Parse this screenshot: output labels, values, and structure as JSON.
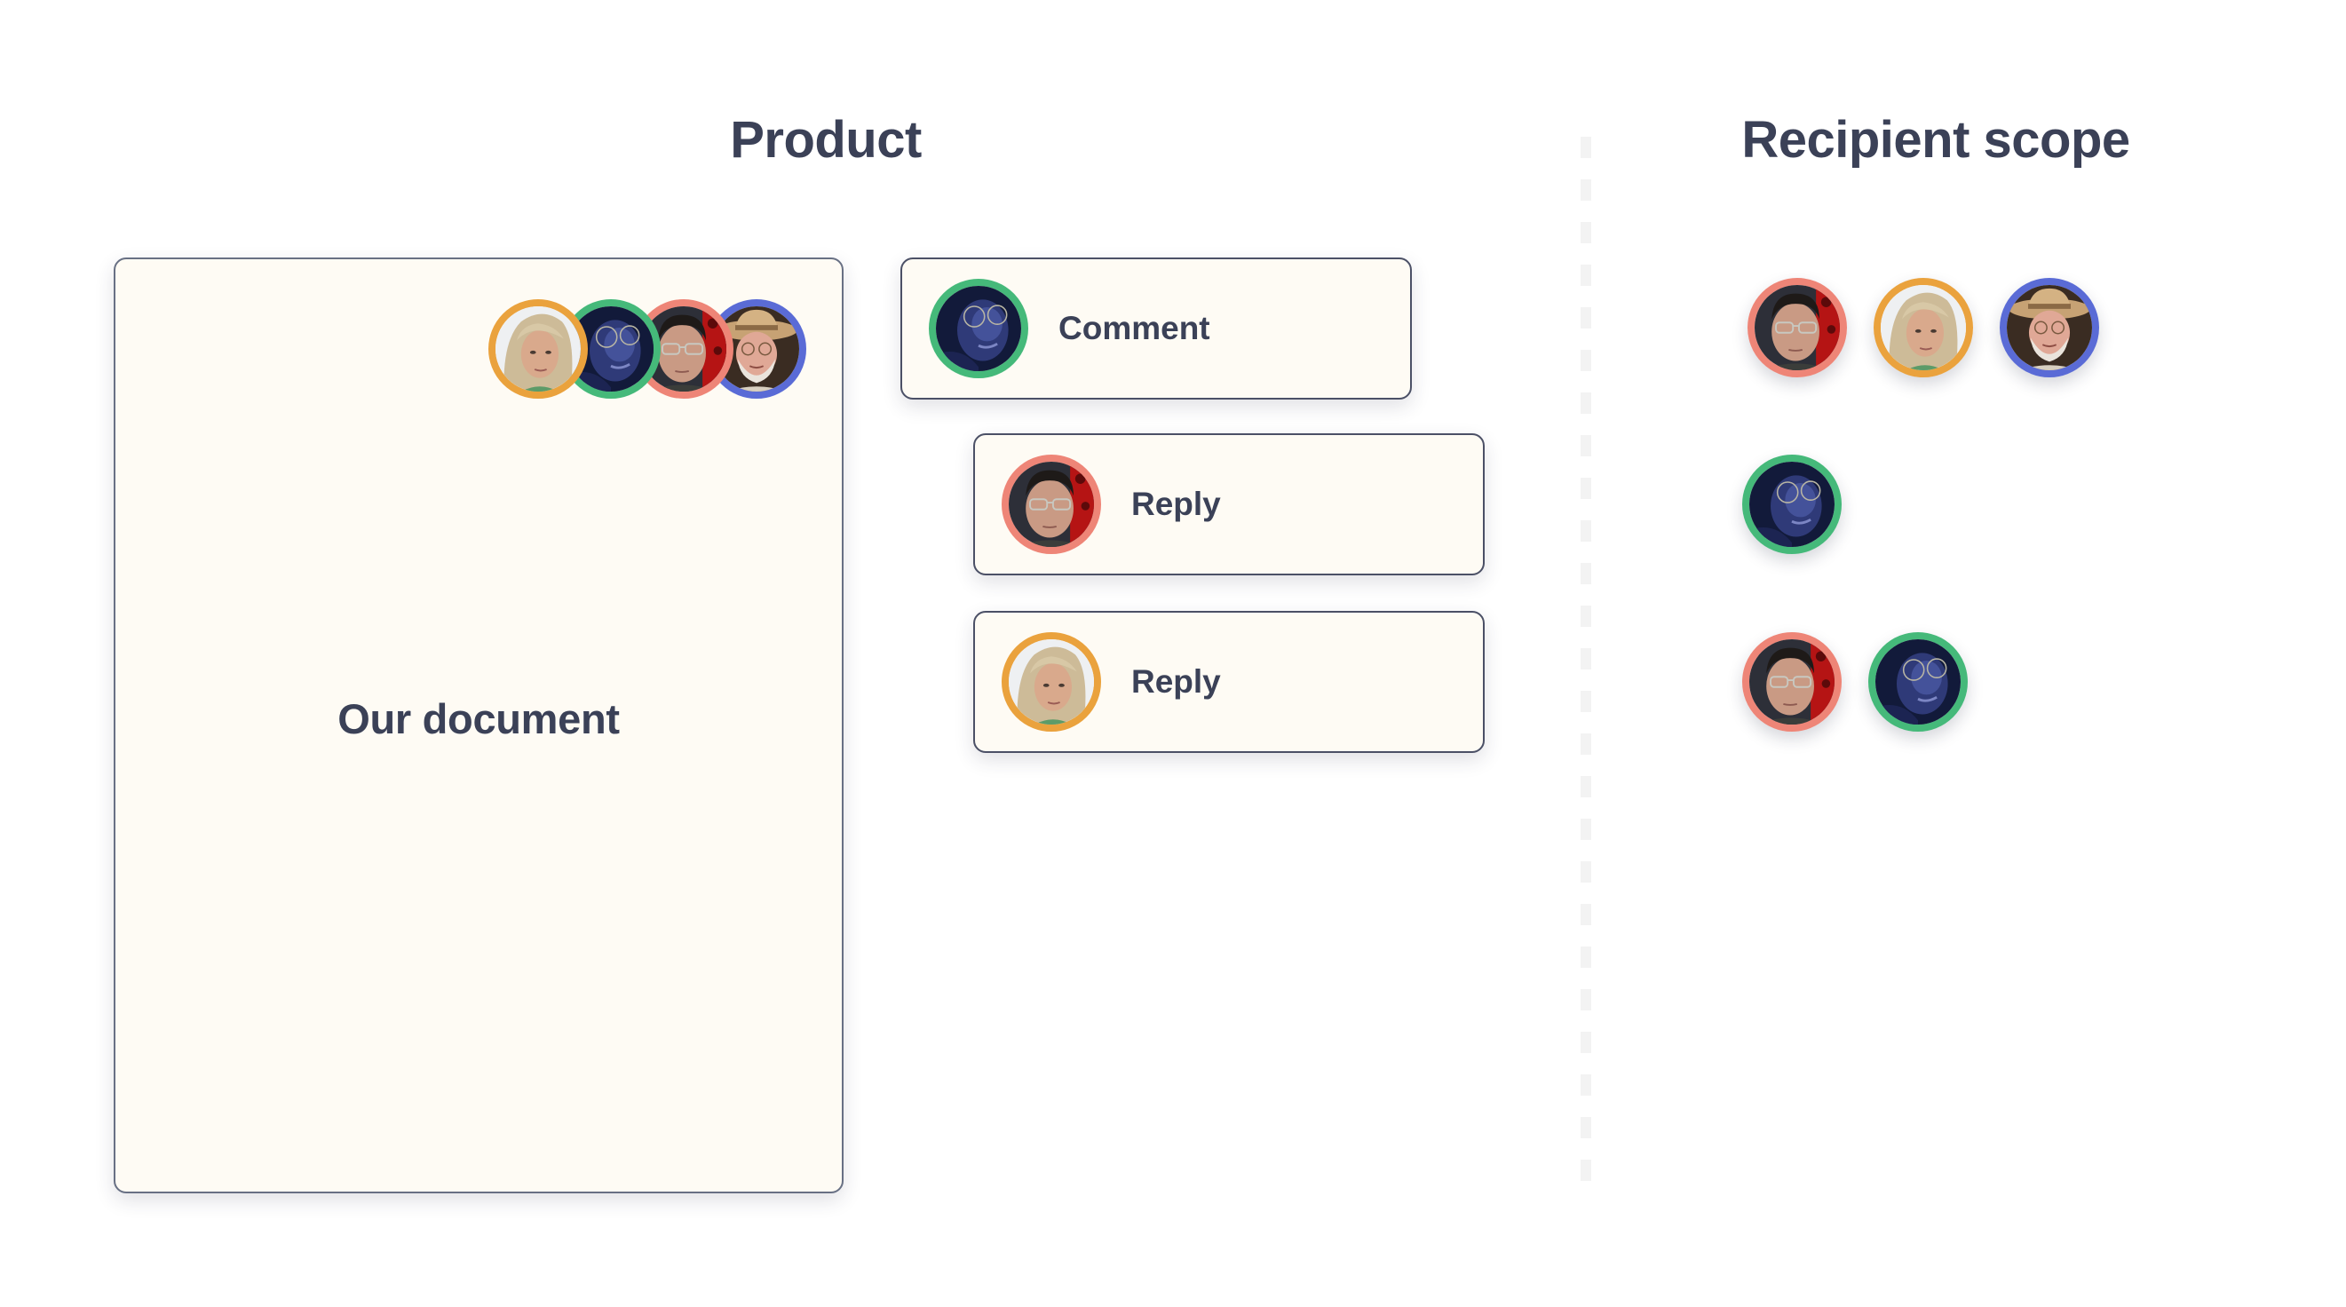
{
  "titles": {
    "product": "Product",
    "recipient_scope": "Recipient scope"
  },
  "colors": {
    "text": "#3b4157",
    "card_background": "#fefbf4",
    "card_border": "#4b5066",
    "ring_orange": "#eaa23d",
    "ring_green": "#45b97a",
    "ring_salmon": "#ee8577",
    "ring_blue": "#5a6bd6",
    "divider": "#f3f3f3"
  },
  "product": {
    "document": {
      "label": "Our document",
      "participants": [
        {
          "ring": "orange",
          "person": "blonde-woman"
        },
        {
          "ring": "green",
          "person": "man-with-glasses-blue-light"
        },
        {
          "ring": "salmon",
          "person": "man-with-glasses"
        },
        {
          "ring": "blue",
          "person": "old-man-with-hat"
        }
      ]
    },
    "thread": [
      {
        "label": "Comment",
        "ring": "green",
        "person": "man-with-glasses-blue-light"
      },
      {
        "label": "Reply",
        "ring": "salmon",
        "person": "man-with-glasses"
      },
      {
        "label": "Reply",
        "ring": "orange",
        "person": "blonde-woman"
      }
    ]
  },
  "recipient_scope": {
    "rows": [
      {
        "for": "Comment",
        "recipients": [
          {
            "ring": "salmon",
            "person": "man-with-glasses"
          },
          {
            "ring": "orange",
            "person": "blonde-woman"
          },
          {
            "ring": "blue",
            "person": "old-man-with-hat"
          }
        ]
      },
      {
        "for": "Reply",
        "recipients": [
          {
            "ring": "green",
            "person": "man-with-glasses-blue-light"
          }
        ]
      },
      {
        "for": "Reply",
        "recipients": [
          {
            "ring": "salmon",
            "person": "man-with-glasses"
          },
          {
            "ring": "green",
            "person": "man-with-glasses-blue-light"
          }
        ]
      }
    ]
  }
}
